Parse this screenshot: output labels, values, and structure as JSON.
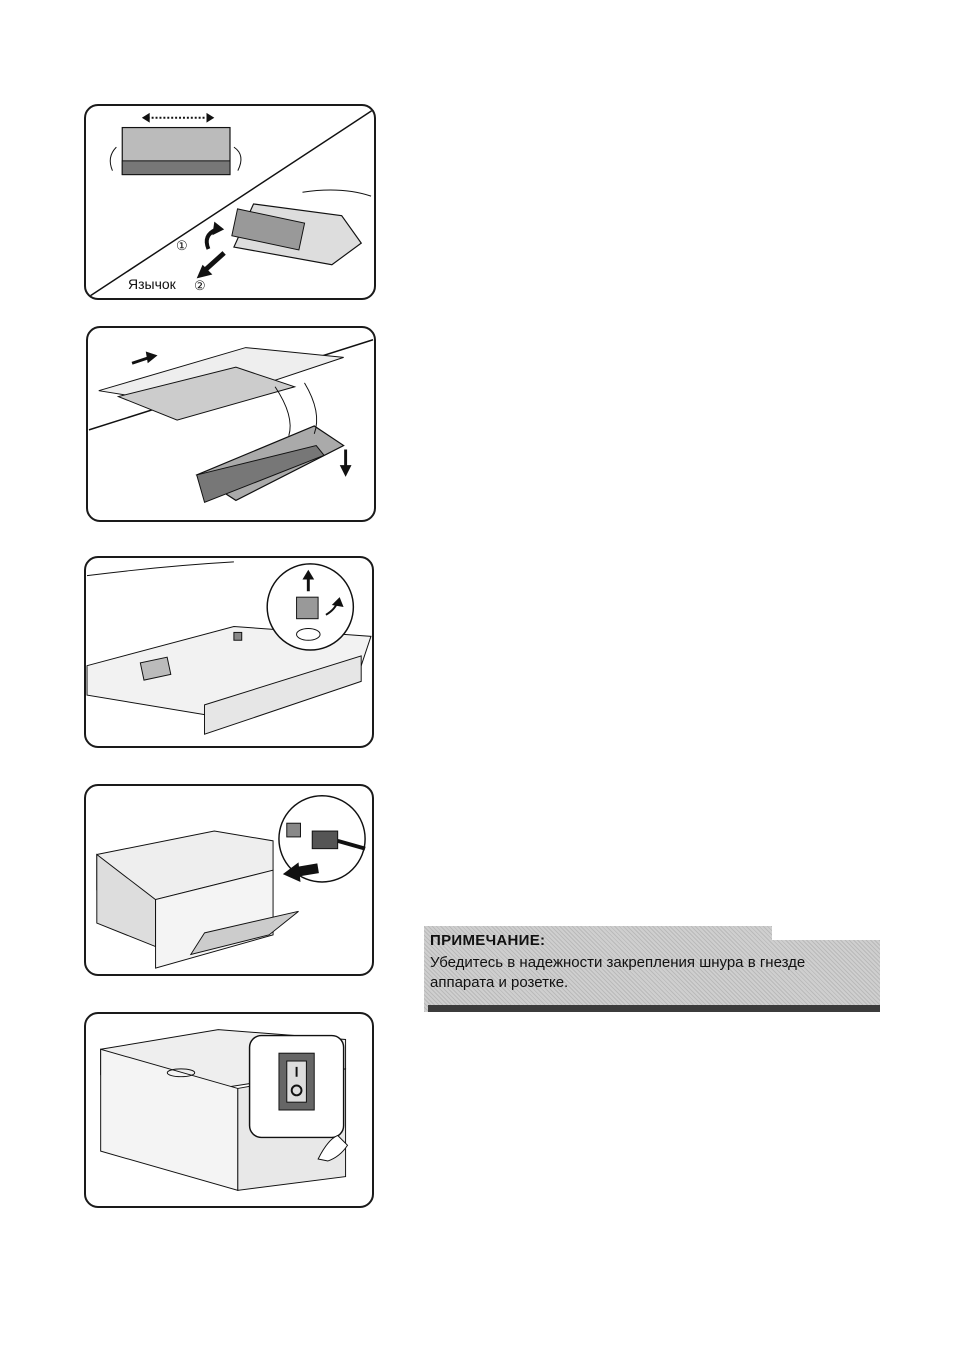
{
  "panel1": {
    "tab_label": "Язычок",
    "step_one": "①",
    "step_two": "②"
  },
  "note": {
    "title": "ПРИМЕЧАНИЕ:",
    "text": "Убедитесь в надежности закрепления шнура в гнезде аппарата и розетке."
  },
  "icons": [
    "arrow-icon",
    "arrow-curved-icon",
    "power-switch-icon",
    "power-plug-icon"
  ]
}
